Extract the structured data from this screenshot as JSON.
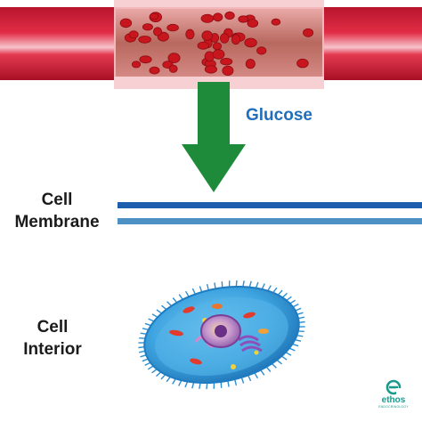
{
  "labels": {
    "glucose": "Glucose",
    "membrane_line1": "Cell",
    "membrane_line2": "Membrane",
    "interior_line1": "Cell",
    "interior_line2": "Interior"
  },
  "logo": {
    "name": "ethos",
    "subtitle": "ENDOCRINOLOGY"
  },
  "colors": {
    "vessel_red": "#d3203a",
    "blood_cell": "#c8161e",
    "arrow_green": "#1e8b3a",
    "membrane_outer": "#1c5fae",
    "membrane_inner": "#4c90c4",
    "glucose_text": "#1f6fba",
    "cell_blue": "#3ea4e0",
    "logo_teal": "#1b9a8c"
  }
}
